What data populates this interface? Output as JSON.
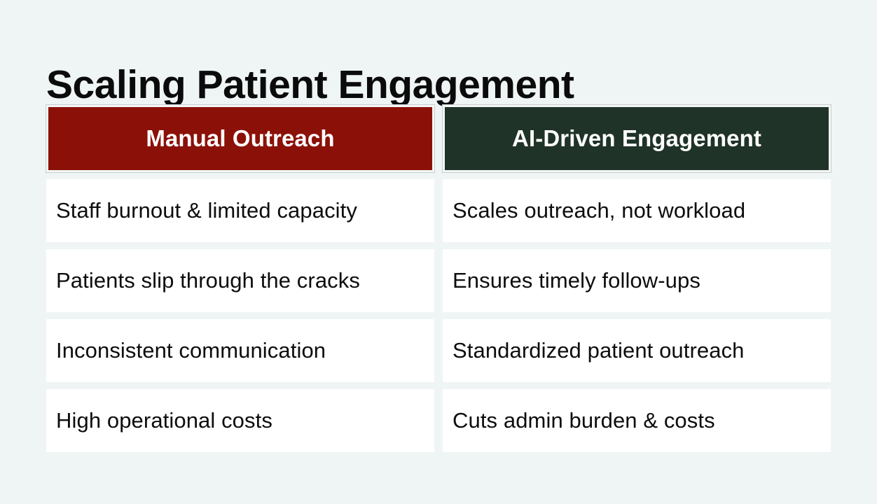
{
  "slide": {
    "background_color": "#eff5f4",
    "title": "Scaling Patient Engagement"
  },
  "table": {
    "columns": [
      {
        "id": "manual-outreach",
        "header": "Manual Outreach",
        "header_bg": "#8b1108",
        "header_text_color": "#ffffff"
      },
      {
        "id": "ai-driven-engagement",
        "header": "AI-Driven Engagement",
        "header_bg": "#1f3328",
        "header_text_color": "#ffffff"
      }
    ],
    "rows": [
      {
        "left": "Staff burnout & limited capacity",
        "right": "Scales outreach, not workload"
      },
      {
        "left": "Patients slip through the cracks",
        "right": "Ensures timely follow-ups"
      },
      {
        "left": "Inconsistent communication",
        "right": "Standardized patient outreach"
      },
      {
        "left": "High operational costs",
        "right": "Cuts admin burden & costs"
      }
    ]
  }
}
